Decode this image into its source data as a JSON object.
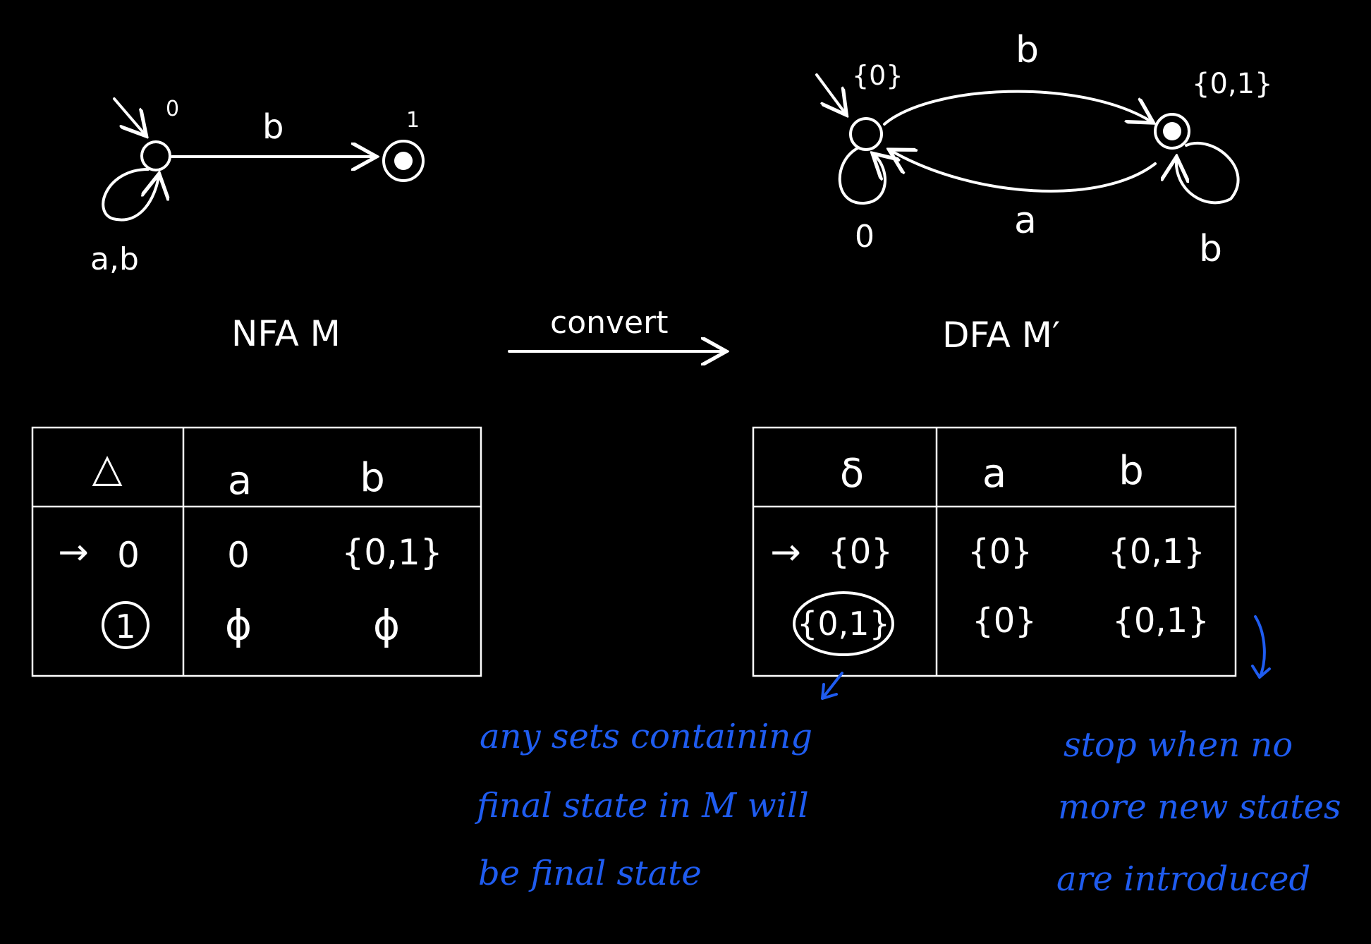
{
  "colors": {
    "background": "#000000",
    "ink": "#ffffff",
    "note": "#1f5cf0"
  },
  "nfa": {
    "title": "NFA M",
    "states": {
      "s0": "0",
      "s1": "1"
    },
    "transition_b": "b",
    "loop_label": "a,b"
  },
  "convert_label": "convert",
  "dfa": {
    "title": "DFA M′",
    "states": {
      "s0": "{0}",
      "s01": "{0,1}"
    },
    "edge_top": "b",
    "edge_bottom": "a",
    "loop0": "0",
    "loop01": "b"
  },
  "nfa_table": {
    "corner": "△",
    "columns": [
      "a",
      "b"
    ],
    "rows": [
      {
        "arrow": "→",
        "state": "0",
        "a": "0",
        "b": "{0,1}"
      },
      {
        "state": "1",
        "a": "ϕ",
        "b": "ϕ"
      }
    ]
  },
  "dfa_table": {
    "corner": "δ",
    "columns": [
      "a",
      "b"
    ],
    "rows": [
      {
        "arrow": "→",
        "state": "{0}",
        "a": "{0}",
        "b": "{0,1}"
      },
      {
        "state": "{0,1}",
        "a": "{0}",
        "b": "{0,1}"
      }
    ]
  },
  "notes": {
    "final": [
      "any sets containing",
      "final state in M will",
      "be final state"
    ],
    "stop": [
      "stop when no",
      "more new states",
      "are introduced"
    ]
  }
}
